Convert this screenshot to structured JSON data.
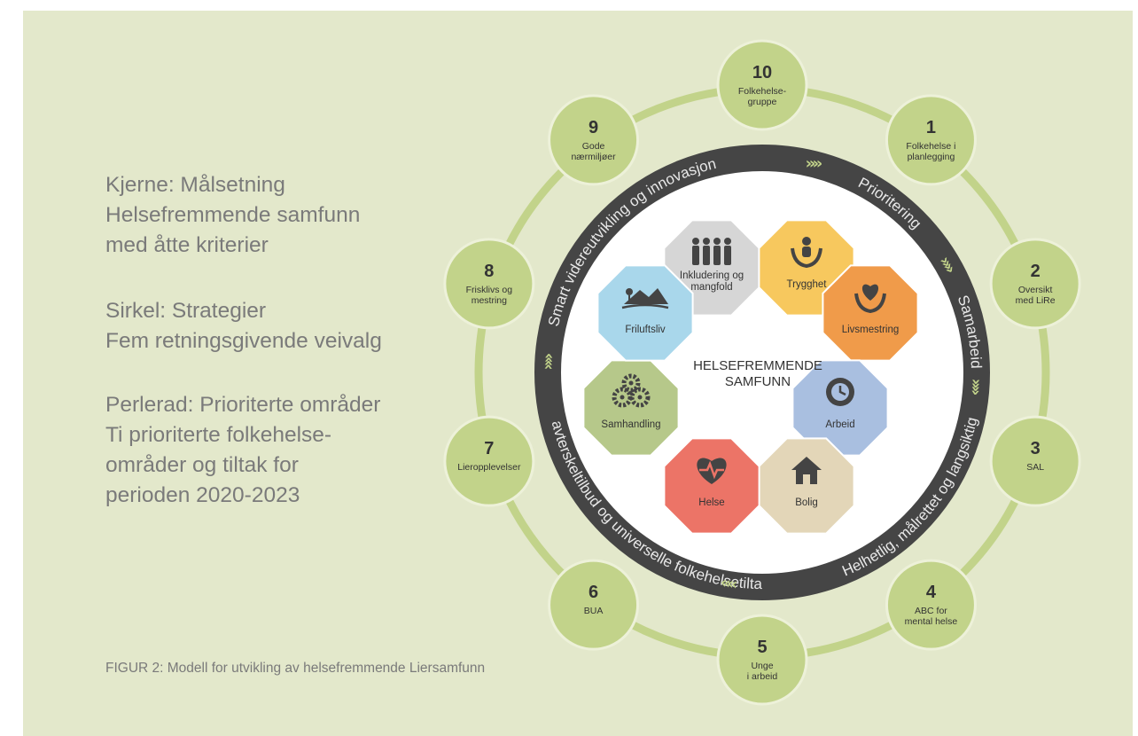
{
  "left_text": {
    "block1": [
      "Kjerne: Målsetning",
      "Helsefremmende samfunn",
      "med åtte kriterier"
    ],
    "block2": [
      "Sirkel: Strategier",
      "Fem retningsgivende veivalg"
    ],
    "block3": [
      "Perlerad: Prioriterte områder",
      "Ti prioriterte folkehelse-",
      "områder og tiltak for",
      "perioden 2020-2023"
    ]
  },
  "caption": "FIGUR 2: Modell for utvikling av helsefremmende Liersamfunn",
  "center": [
    "HELSEFREMMENDE",
    "SAMFUNN"
  ],
  "criteria": [
    {
      "label": [
        "Inkludering og",
        "mangfold"
      ],
      "color": "#d6d6d6",
      "icon": "family-icon"
    },
    {
      "label": [
        "Trygghet"
      ],
      "color": "#f7c85e",
      "icon": "protected-person-icon"
    },
    {
      "label": [
        "Livsmestring"
      ],
      "color": "#f09b4a",
      "icon": "heart-hands-icon"
    },
    {
      "label": [
        "Arbeid"
      ],
      "color": "#a9bfe0",
      "icon": "clock-gear-icon"
    },
    {
      "label": [
        "Bolig"
      ],
      "color": "#e3d6b8",
      "icon": "house-icon"
    },
    {
      "label": [
        "Helse"
      ],
      "color": "#ec7467",
      "icon": "heartbeat-icon"
    },
    {
      "label": [
        "Samhandling"
      ],
      "color": "#b6c88a",
      "icon": "gears-icon"
    },
    {
      "label": [
        "Friluftsliv"
      ],
      "color": "#a9d7eb",
      "icon": "landscape-icon"
    }
  ],
  "strategies": [
    "Smart videreutvikling og innovasjon",
    "Prioritering",
    "Samarbeid",
    "Helhetlig, målrettet og langsiktig",
    "Lavterskeltilbud og universelle folkehelsetiltak"
  ],
  "arrows": [
    "»»",
    "»»",
    "»»",
    "««",
    "»»"
  ],
  "beads": [
    {
      "num": "10",
      "label": [
        "Folkehelse-",
        "gruppe"
      ]
    },
    {
      "num": "1",
      "label": [
        "Folkehelse i",
        "planlegging"
      ]
    },
    {
      "num": "2",
      "label": [
        "Oversikt",
        "med LiRe"
      ]
    },
    {
      "num": "3",
      "label": [
        "SAL"
      ]
    },
    {
      "num": "4",
      "label": [
        "ABC for",
        "mental helse"
      ]
    },
    {
      "num": "5",
      "label": [
        "Unge",
        "i arbeid"
      ]
    },
    {
      "num": "6",
      "label": [
        "BUA"
      ]
    },
    {
      "num": "7",
      "label": [
        "Lieropplevelser"
      ]
    },
    {
      "num": "8",
      "label": [
        "Frisklivs og",
        "mestring"
      ]
    },
    {
      "num": "9",
      "label": [
        "Gode",
        "nærmiljøer"
      ]
    }
  ],
  "colors": {
    "background": "#e3e8cb",
    "bead": "#c2d38a",
    "bead_stroke": "#edf1d9",
    "ring": "#454545",
    "outer_ring": "#c2d38a",
    "arrow": "#c2d38a"
  }
}
